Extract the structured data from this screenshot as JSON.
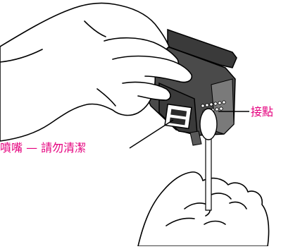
{
  "labels": {
    "contacts": "接點",
    "nozzle_warning": "噴嘴 — 請勿清潔"
  },
  "colors": {
    "label_text": "#e5007e",
    "line_art": "#000000",
    "cartridge_body": "#4a4a4a",
    "cartridge_dark": "#2a2a2a",
    "paper": "#ffffff"
  },
  "icons": [
    "ink-cartridge-illustration",
    "cotton-swab-illustration"
  ]
}
